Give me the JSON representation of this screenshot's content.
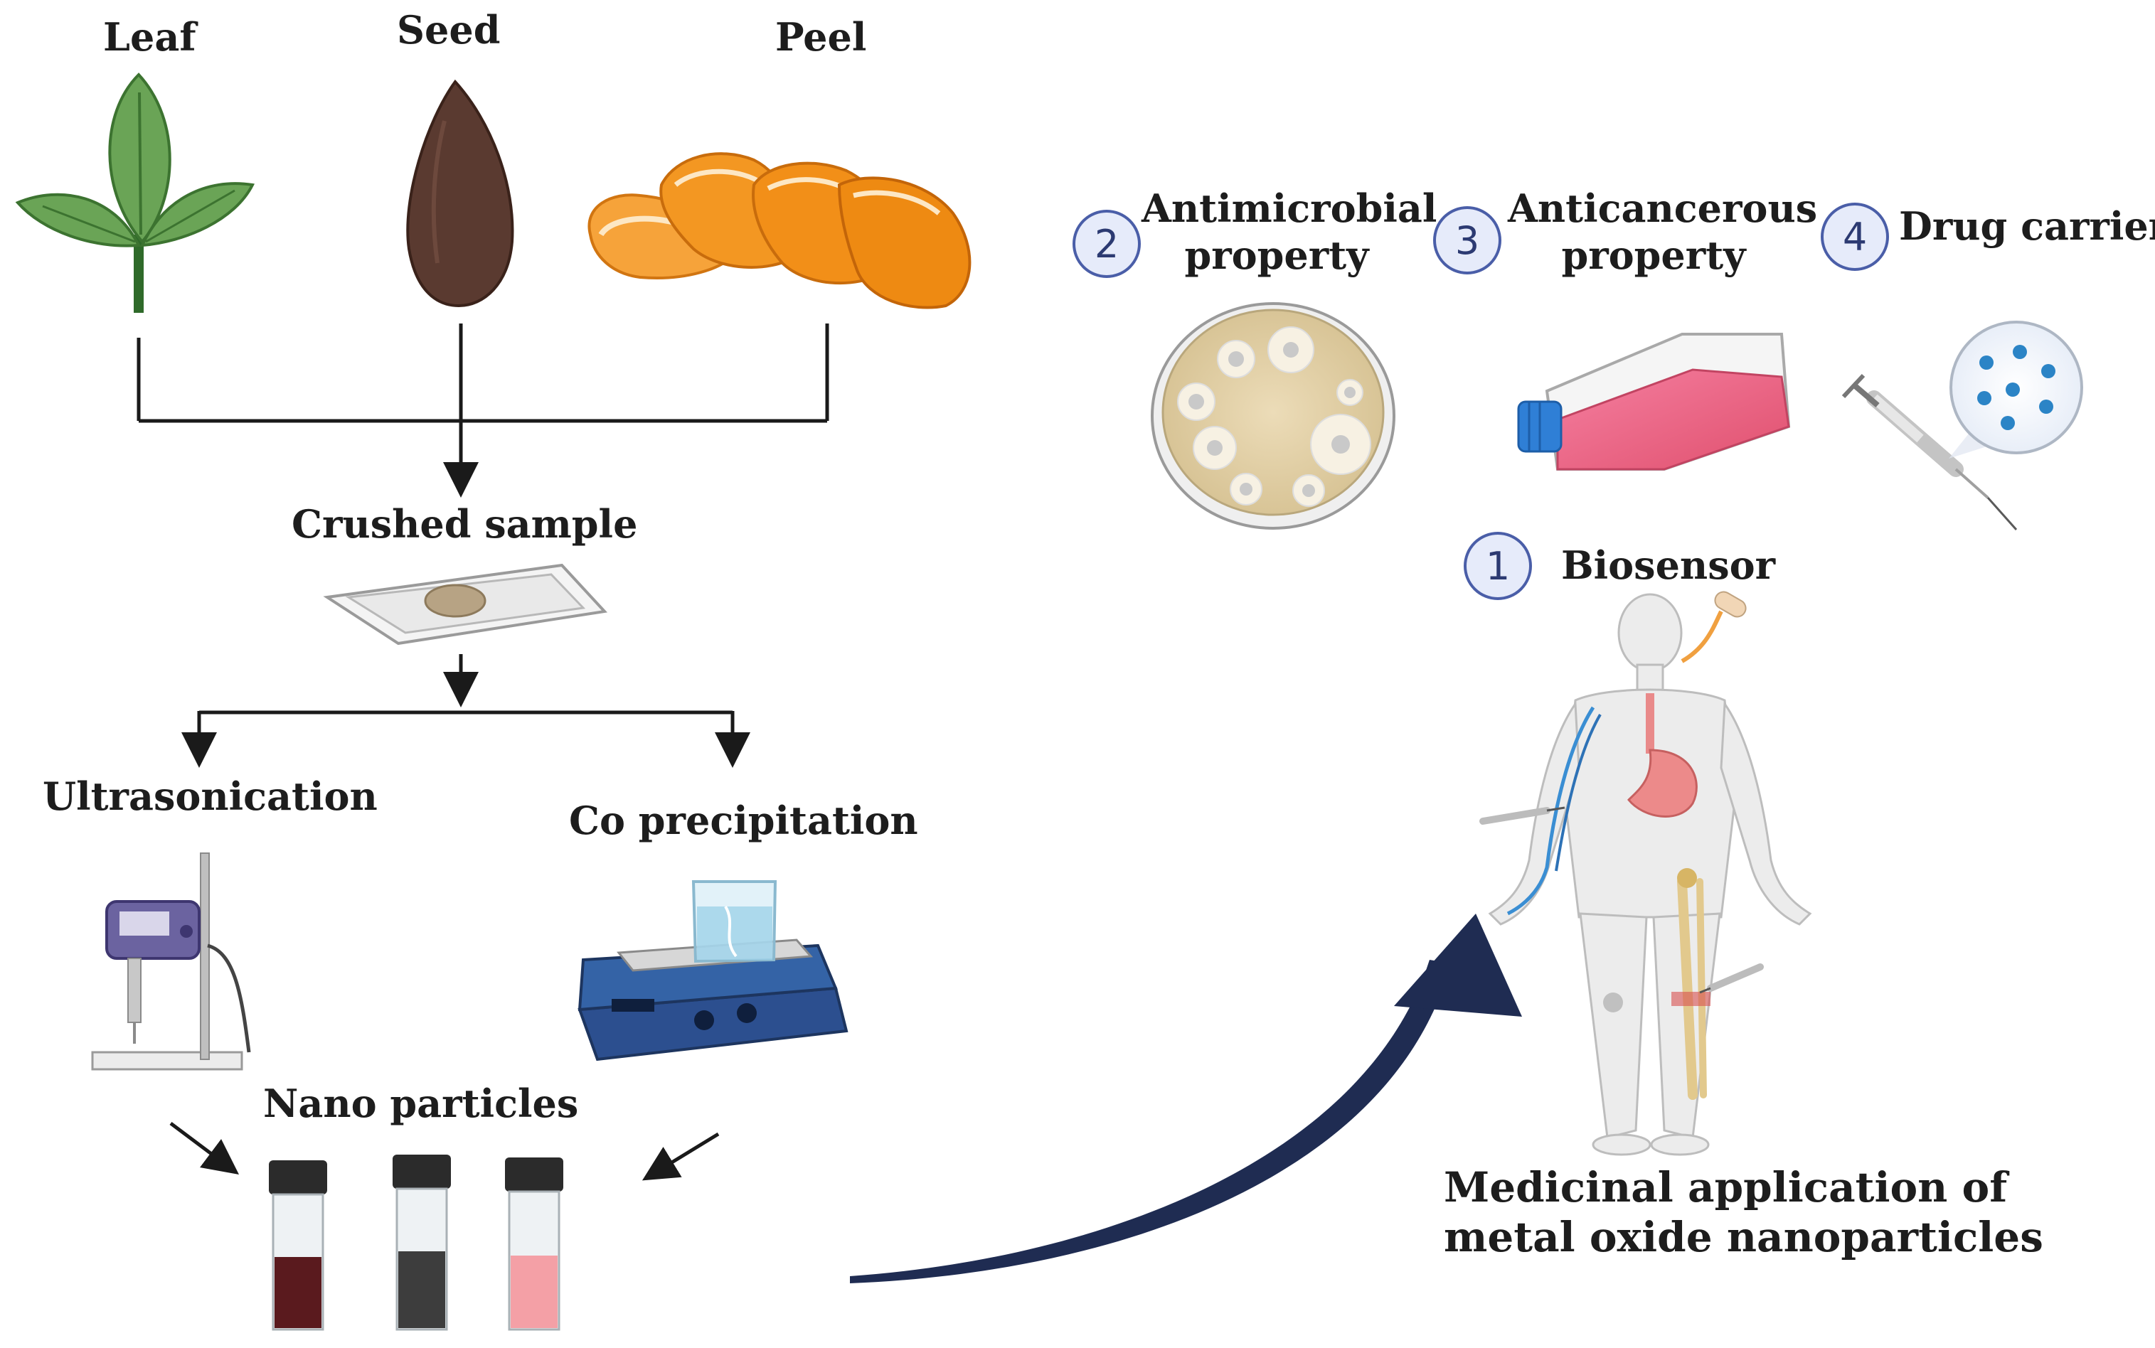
{
  "sources": {
    "leaf": "Leaf",
    "seed": "Seed",
    "peel": "Peel"
  },
  "steps": {
    "crushed": "Crushed sample",
    "ultrasonication": "Ultrasonication",
    "coprecipitation": "Co precipitation",
    "nanoparticles": "Nano particles"
  },
  "applications": [
    {
      "number": "1",
      "label": "Biosensor"
    },
    {
      "number": "2",
      "label_line1": "Antimicrobial",
      "label_line2": "property"
    },
    {
      "number": "3",
      "label_line1": "Anticancerous",
      "label_line2": "property"
    },
    {
      "number": "4",
      "label": "Drug carrier"
    }
  ],
  "final": {
    "line1": "Medicinal application of",
    "line2": "metal oxide nanoparticles"
  },
  "colors": {
    "arrow": "#1f2c52",
    "leaf": "#5f9a4c",
    "seed": "#5a3a30",
    "peel": "#f0901d",
    "badge_fill": "#e6ebfa",
    "badge_stroke": "#4a5ea8",
    "vial_dark_red": "#5a1a1e",
    "vial_dark_gray": "#3d3d3d",
    "vial_pink": "#f4a0a6"
  }
}
